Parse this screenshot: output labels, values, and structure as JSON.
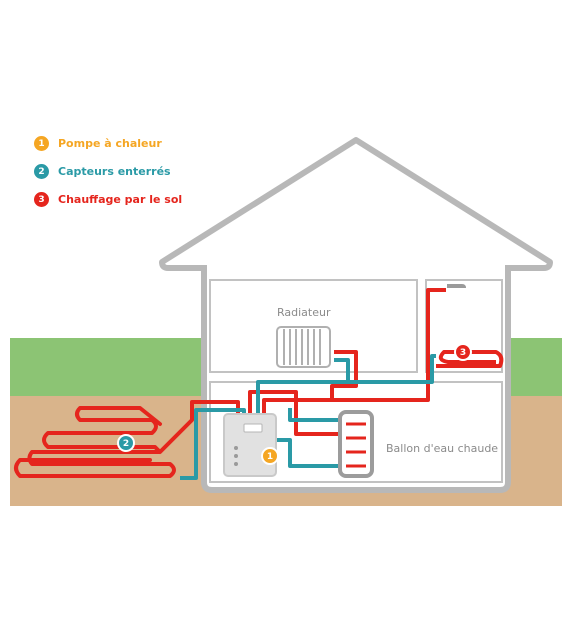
{
  "colors": {
    "pump": "#f5a623",
    "ground_loop": "#2a9aa6",
    "floor_heating": "#e5251d",
    "house_outline": "#b5b5b5",
    "grass": "#8cc474",
    "soil": "#d9b48b"
  },
  "legend": [
    {
      "number": "1",
      "label": "Pompe à chaleur",
      "color_key": "pump"
    },
    {
      "number": "2",
      "label": "Capteurs enterrés",
      "color_key": "ground_loop"
    },
    {
      "number": "3",
      "label": "Chauffage par le sol",
      "color_key": "floor_heating"
    }
  ],
  "labels": {
    "radiator": "Radiateur",
    "water_tank": "Ballon d'eau chaude"
  },
  "markers": {
    "pump": "1",
    "ground": "2",
    "floor": "3"
  }
}
